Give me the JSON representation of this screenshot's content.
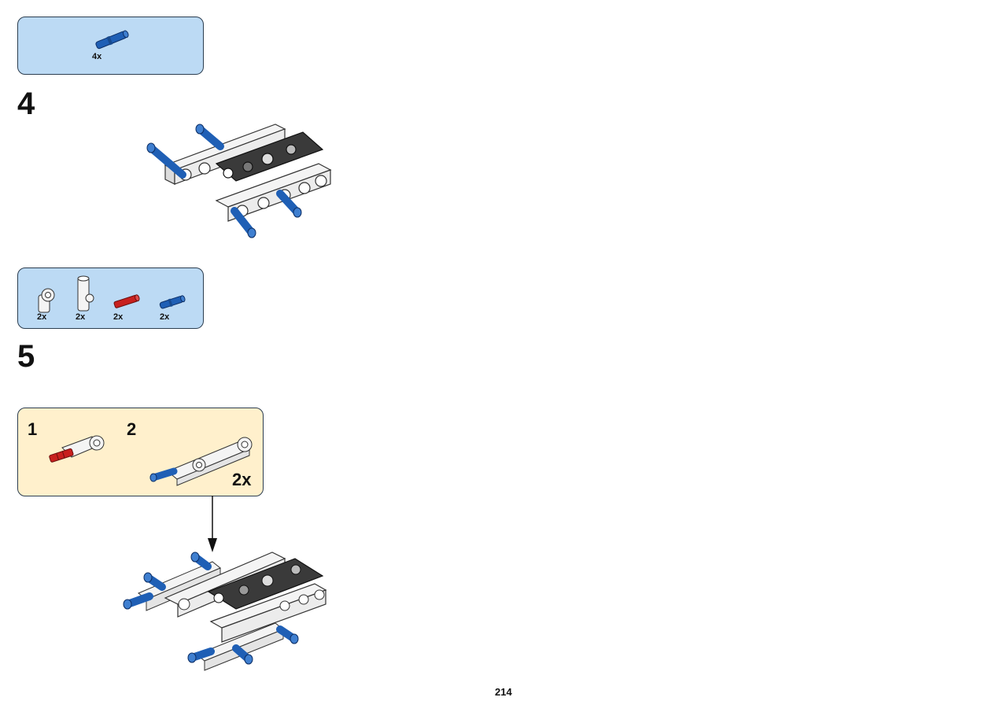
{
  "page_number": "214",
  "steps": [
    {
      "number": "4",
      "parts": [
        {
          "icon": "blue-axle-pin-icon",
          "quantity": "4x",
          "color": "#1f5fb5"
        }
      ]
    },
    {
      "number": "5",
      "parts": [
        {
          "icon": "white-angle-connector-icon",
          "quantity": "2x",
          "color": "#f2f2f2"
        },
        {
          "icon": "white-tube-connector-icon",
          "quantity": "2x",
          "color": "#f2f2f2"
        },
        {
          "icon": "red-axle-icon",
          "quantity": "2x",
          "color": "#c8201e"
        },
        {
          "icon": "blue-axle-pin-icon",
          "quantity": "2x",
          "color": "#1f5fb5"
        }
      ],
      "sub_assembly": {
        "steps": [
          "1",
          "2"
        ],
        "multiplier": "2x"
      }
    }
  ],
  "colors": {
    "parts_box": "#bcdaf4",
    "sub_box": "#fff0cc",
    "blue": "#1f5fb5",
    "red": "#c8201e",
    "dark_gray": "#3a3a3a",
    "white_part": "#f4f4f4"
  }
}
